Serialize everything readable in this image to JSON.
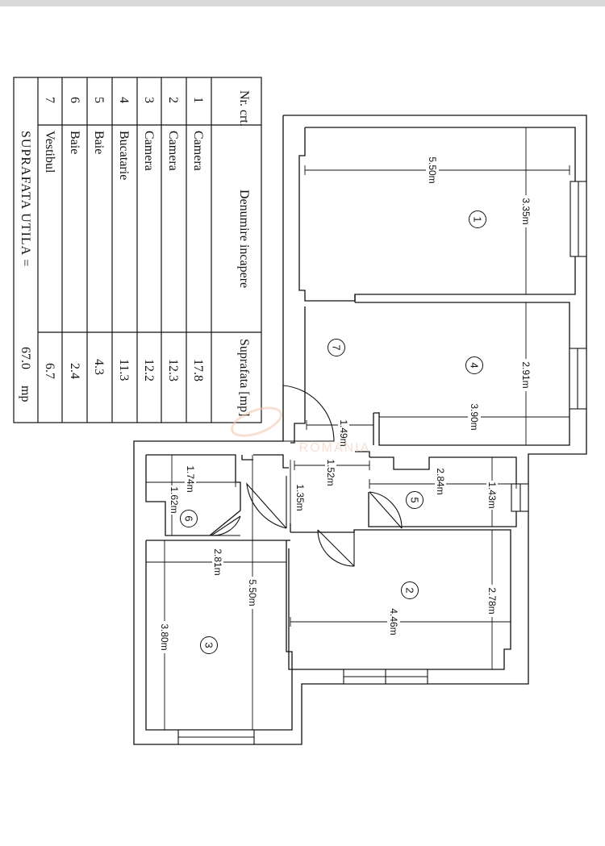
{
  "table": {
    "header_nr": "Nr. crt.",
    "header_name": "Denumire incapere",
    "header_area": "Suprafata [mp]",
    "rows": [
      {
        "nr": "1",
        "name": "Camera",
        "area": "17.8"
      },
      {
        "nr": "2",
        "name": "Camera",
        "area": "12.3"
      },
      {
        "nr": "3",
        "name": "Camera",
        "area": "12.2"
      },
      {
        "nr": "4",
        "name": "Bucatarie",
        "area": "11.3"
      },
      {
        "nr": "5",
        "name": "Baie",
        "area": "4.3"
      },
      {
        "nr": "6",
        "name": "Baie",
        "area": "2.4"
      },
      {
        "nr": "7",
        "name": "Vestibul",
        "area": "6.7"
      }
    ],
    "total_label": "SUPRAFATA UTILA =",
    "total_value": "67.0",
    "total_unit": "mp"
  },
  "rooms": {
    "r1": "1",
    "r2": "2",
    "r3": "3",
    "r4": "4",
    "r5": "5",
    "r6": "6",
    "r7": "7"
  },
  "dimensions": {
    "d_550_top": "5.50m",
    "d_335": "3.35m",
    "d_291": "2.91m",
    "d_390": "3.90m",
    "d_149": "1.49m",
    "d_152": "1.52m",
    "d_135": "1.35m",
    "d_174": "1.74m",
    "d_162": "1.62m",
    "d_284": "2.84m",
    "d_143": "1.43m",
    "d_281": "2.81m",
    "d_550_left": "5.50m",
    "d_380": "3.80m",
    "d_278": "2.78m",
    "d_446": "4.46m"
  },
  "watermark": "ROMANIA",
  "colors": {
    "ink": "#111111",
    "watermark": "#f2c7b0",
    "topbar": "#d9d9d9"
  }
}
